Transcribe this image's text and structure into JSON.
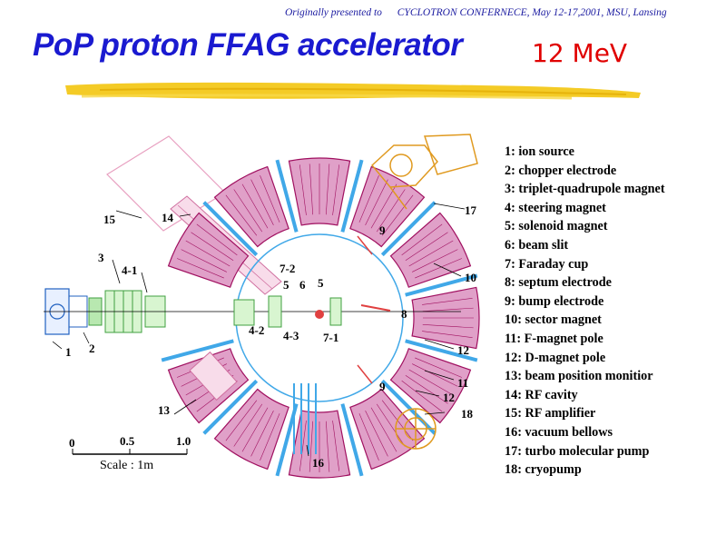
{
  "header": {
    "note": "Originally presented to",
    "venue": "CYCLOTRON CONFERNECE, May 12-17,2001, MSU, Lansing"
  },
  "title": "PoP proton FFAG accelerator",
  "energy": "12 MeV",
  "colors": {
    "title": "#1a1ad0",
    "energy": "#e00000",
    "highlight_brush": "#f2c200",
    "sector_magnet": "#e0a0c8",
    "magnet_outline": "#a01060",
    "beam_duct": "#40a8e8",
    "rf_cavity": "#e8a0c0",
    "injector": "#40a040",
    "turbo_pump": "#e09a20"
  },
  "legend": [
    "1: ion source",
    "2: chopper electrode",
    "3: triplet-quadrupole magnet",
    "4: steering magnet",
    "5: solenoid magnet",
    "6: beam slit",
    "7: Faraday cup",
    "8: septum electrode",
    "9: bump electrode",
    "10: sector magnet",
    "11: F-magnet pole",
    "12: D-magnet pole",
    "13: beam position monitior",
    "14: RF cavity",
    "15: RF amplifier",
    "16: vacuum bellows",
    "17: turbo molecular pump",
    "18: cryopump"
  ],
  "labels": {
    "l1": "1",
    "l2": "2",
    "l3": "3",
    "l4_1": "4-1",
    "l4_2": "4-2",
    "l4_3": "4-3",
    "l5a": "5",
    "l5b": "5",
    "l6": "6",
    "l7_1": "7-1",
    "l7_2": "7-2",
    "l8": "8",
    "l9a": "9",
    "l9b": "9",
    "l10": "10",
    "l11": "11",
    "l12a": "12",
    "l12b": "12",
    "l13": "13",
    "l14": "14",
    "l15": "15",
    "l16": "16",
    "l17": "17",
    "l18": "18"
  },
  "scale": {
    "t0": "0",
    "t05": "0.5",
    "t10": "1.0",
    "caption": "Scale : 1m"
  }
}
